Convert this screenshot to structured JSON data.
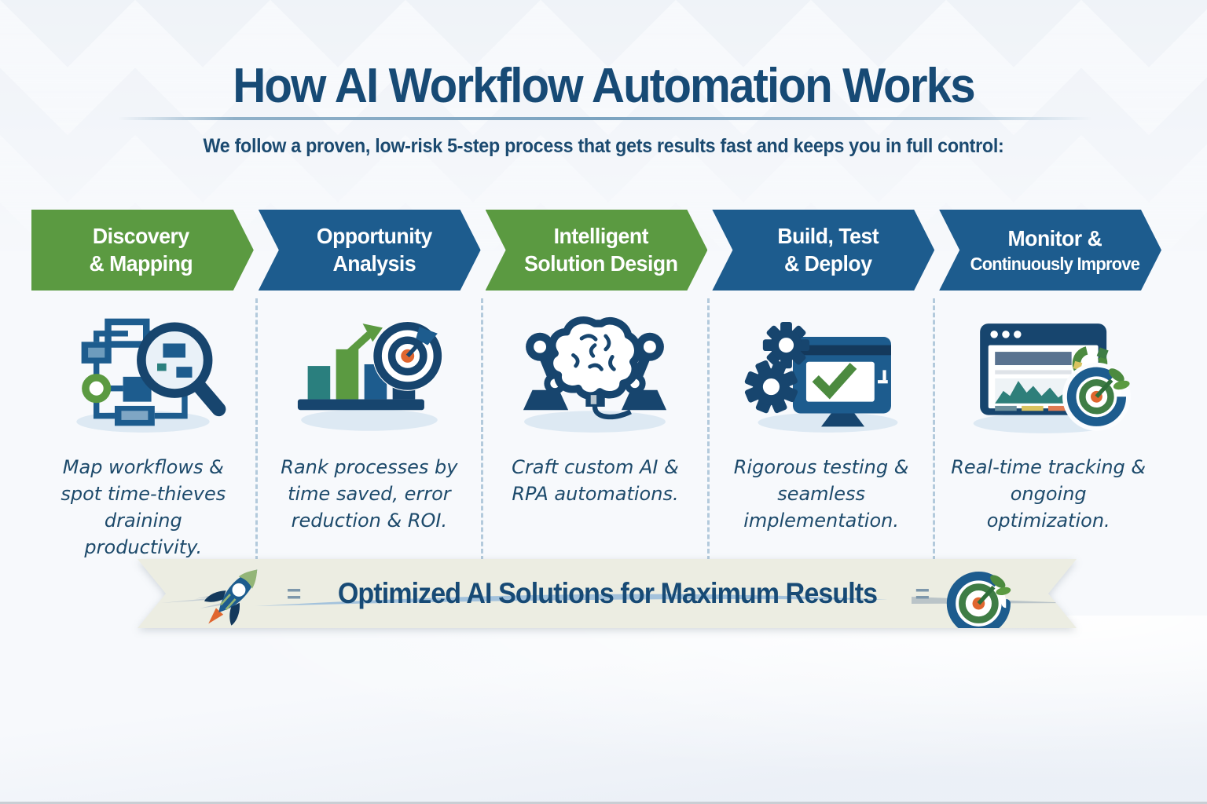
{
  "header": {
    "title": "How AI Workflow Automation Works",
    "subtitle": "We follow a proven, low-risk 5-step process that gets results fast and keeps you in full control:"
  },
  "steps": [
    {
      "label_line1": "Discovery",
      "label_line2": "& Mapping",
      "color": "#5b9a41",
      "icon": "flowchart-magnifier-icon",
      "description": "Map workflows & spot time-thieves draining productivity."
    },
    {
      "label_line1": "Opportunity",
      "label_line2": "Analysis",
      "color": "#1d5c8e",
      "icon": "bar-chart-growth-target-icon",
      "description": "Rank processes by time saved, error reduction & ROI."
    },
    {
      "label_line1": "Intelligent",
      "label_line2": "Solution Design",
      "color": "#5b9a41",
      "icon": "ai-brain-robotic-arms-icon",
      "description": "Craft custom AI & RPA automations."
    },
    {
      "label_line1": "Build, Test",
      "label_line2": "& Deploy",
      "color": "#1d5c8e",
      "icon": "gears-monitor-checkmark-icon",
      "description": "Rigorous testing & seamless implementation."
    },
    {
      "label_line1": "Monitor &",
      "label_line2": "Continuously Improve",
      "color": "#1d5c8e",
      "icon": "dashboard-analytics-target-icon",
      "description": "Real-time tracking & ongoing optimization."
    }
  ],
  "banner": {
    "text": "Optimized AI Solutions for Maximum Results",
    "left_separator": "=",
    "right_separator": "=",
    "left_icon": "rocket-icon",
    "right_icon": "target-dart-icon"
  },
  "colors": {
    "title_navy": "#174a75",
    "step_green": "#5b9a41",
    "step_blue": "#1d5c8e",
    "icon_deep_navy": "#17456e",
    "teal": "#2a7f7e",
    "orange": "#e0662f",
    "ribbon_beige": "#ecede2",
    "dashed_divider": "#b3cadc",
    "background": "#f7f9fc"
  }
}
